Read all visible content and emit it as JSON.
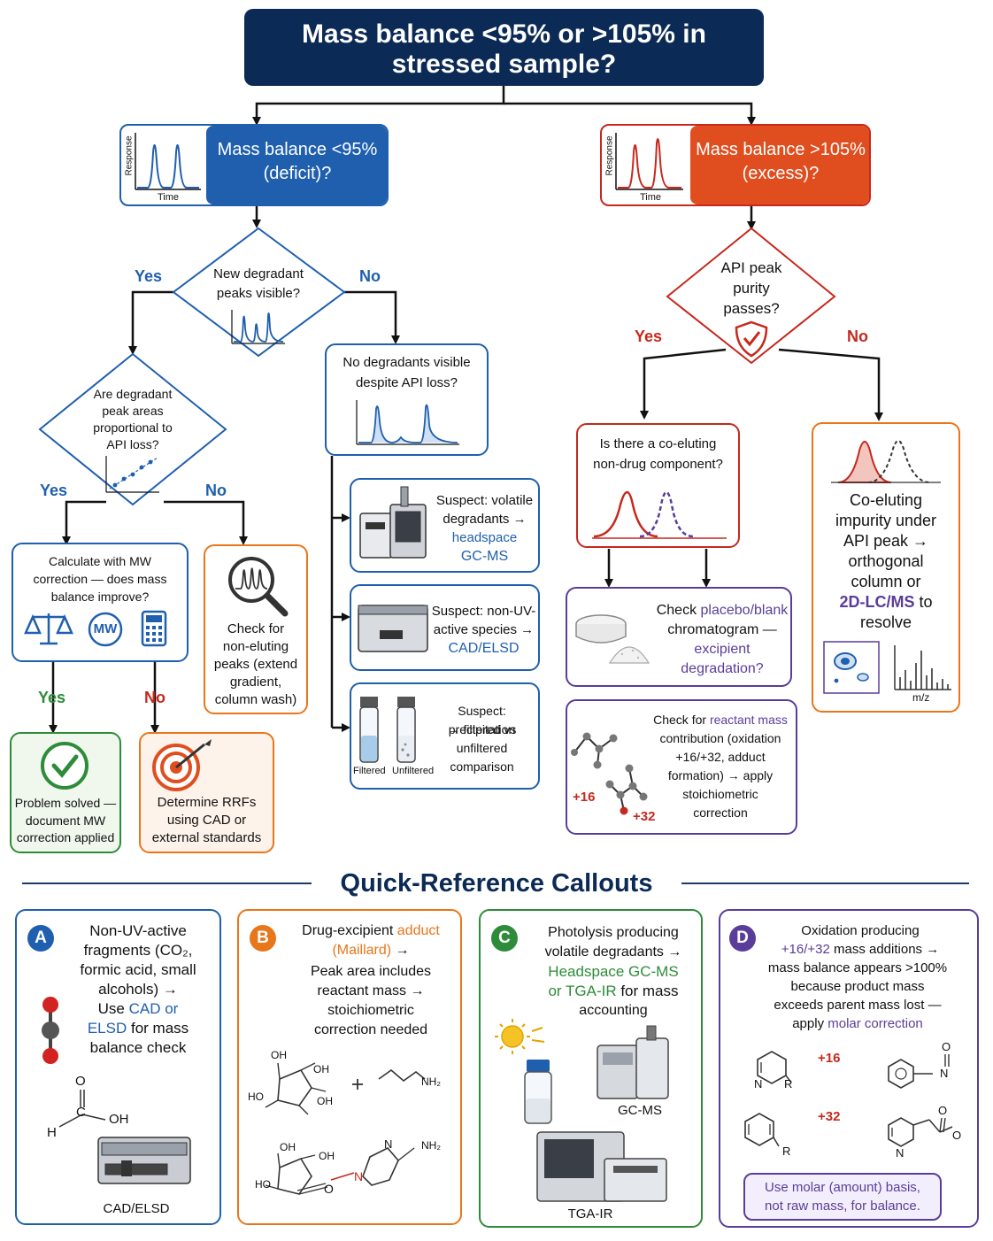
{
  "top": {
    "line1": "Mass balance <95% or >105% in",
    "line2": "stressed sample?"
  },
  "deficit": {
    "line1": "Mass balance <95%",
    "line2": "(deficit)?",
    "axis_y": "Response",
    "axis_x": "Time"
  },
  "excess": {
    "line1": "Mass balance >105%",
    "line2": "(excess)?",
    "axis_y": "Response",
    "axis_x": "Time"
  },
  "q_new_degradant": {
    "line1": "New degradant",
    "line2": "peaks visible?"
  },
  "yes": "Yes",
  "no": "No",
  "q_proportional": {
    "line1": "Are degradant",
    "line2": "peak areas",
    "line3": "proportional to",
    "line4": "API loss?"
  },
  "q_no_degradants": {
    "line1": "No degradants visible",
    "line2": "despite API loss?"
  },
  "calc_mw": {
    "line1": "Calculate with MW",
    "line2": "correction — does mass",
    "line3": "balance improve?",
    "mw_badge": "MW"
  },
  "non_eluting": {
    "line1": "Check for",
    "line2": "non-eluting",
    "line3": "peaks (extend",
    "line4": "gradient,",
    "line5": "column wash)"
  },
  "solved": {
    "line1": "Problem solved —",
    "line2": "document MW",
    "line3": "correction applied"
  },
  "rrf": {
    "line1": "Determine RRFs",
    "line2": "using CAD or",
    "line3": "external standards"
  },
  "volatile": {
    "line1": "Suspect: volatile",
    "line2": "degradants →",
    "line3": "headspace",
    "line4": "GC-MS"
  },
  "non_uv": {
    "line1": "Suspect: non-UV-",
    "line2": "active species →",
    "line3": "CAD/ELSD"
  },
  "precip": {
    "line1": "Suspect: precipitation",
    "line2": "→ filtered vs",
    "line3": "unfiltered",
    "line4": "comparison",
    "vial1": "Filtered",
    "vial2": "Unfiltered"
  },
  "q_purity": {
    "line1": "API peak",
    "line2": "purity",
    "line3": "passes?"
  },
  "q_coeluting": {
    "line1": "Is there a co-eluting",
    "line2": "non-drug component?"
  },
  "coeluting_impurity": {
    "line1": "Co-eluting",
    "line2": "impurity under",
    "line3": "API peak →",
    "line4": "orthogonal",
    "line5": "column or",
    "line6": "2D-LC/MS",
    "line6b": " to",
    "line7": "resolve",
    "mz": "m/z"
  },
  "placebo": {
    "line1a": "Check ",
    "line1b": "placebo/blank",
    "line2": "chromatogram —",
    "line3": "excipient",
    "line4": "degradation?"
  },
  "reactant": {
    "line1a": "Check for ",
    "line1b": "reactant mass",
    "line2": "contribution (oxidation",
    "line3": "+16/+32, adduct",
    "line4": "formation) → apply",
    "line5": "stoichiometric",
    "line6": "correction",
    "m16": "+16",
    "m32": "+32"
  },
  "quickref": {
    "title": "Quick-Reference Callouts"
  },
  "callout_a": {
    "letter": "A",
    "line1": "Non-UV-active",
    "line2": "fragments (CO₂,",
    "line3": "formic acid, small",
    "line4": "alcohols) →",
    "line5a": "Use ",
    "line5b": "CAD or",
    "line6a": "ELSD",
    "line6b": " for mass",
    "line7": "balance check",
    "chem_o": "O",
    "chem_c": "C",
    "chem_h": "H",
    "chem_oh": "OH",
    "instrument": "CAD/ELSD"
  },
  "callout_b": {
    "letter": "B",
    "line1a": "Drug-excipient ",
    "line1b": "adduct",
    "line2a": "(Maillard)",
    "line2b": " →",
    "line3": "Peak area includes",
    "line4": "reactant mass →",
    "line5": "stoichiometric",
    "line6": "correction needed",
    "oh": "OH",
    "ho": "HO",
    "nh2": "NH₂",
    "n": "N",
    "o": "O"
  },
  "callout_c": {
    "letter": "C",
    "line1": "Photolysis producing",
    "line2": "volatile degradants →",
    "line3": "Headspace GC-MS",
    "line4a": "or TGA-IR",
    "line4b": " for mass",
    "line5": "accounting",
    "gcms": "GC-MS",
    "tgair": "TGA-IR"
  },
  "callout_d": {
    "letter": "D",
    "line1": "Oxidation producing",
    "line2a": "+16/+32",
    "line2b": " mass additions →",
    "line3": "mass balance appears >100%",
    "line4": "because product mass",
    "line5": "exceeds parent mass lost —",
    "line6a": "apply ",
    "line6b": "molar correction",
    "p16": "+16",
    "p32": "+32",
    "n": "N",
    "r": "R",
    "o": "O",
    "note1": "Use molar (amount) basis,",
    "note2": "not raw mass, for balance."
  },
  "colors": {
    "navy": "#0b2a55",
    "blue": "#1f5fae",
    "orange": "#e04e1f",
    "red": "#c6281d",
    "green": "#2e8b3a",
    "purple": "#5a3d9a",
    "amber": "#e8761a"
  }
}
